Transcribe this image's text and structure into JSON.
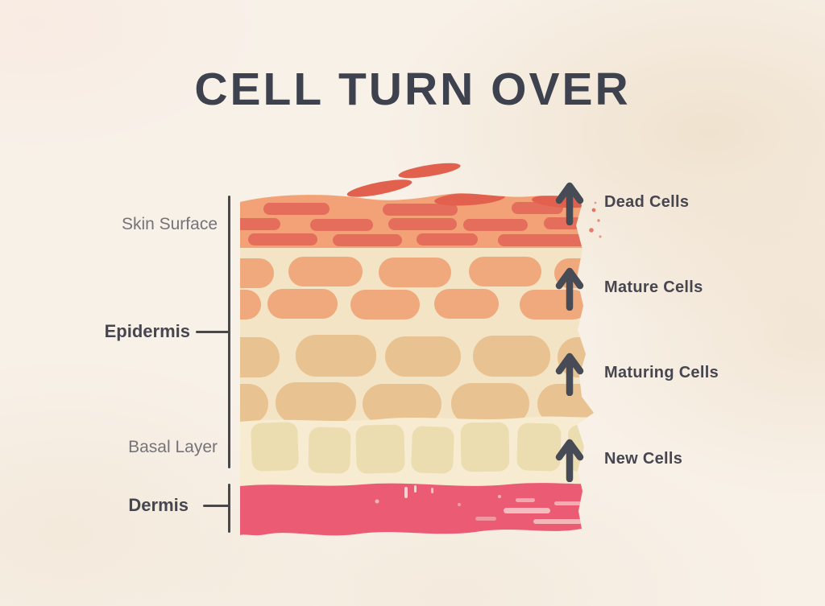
{
  "title": "CELL TURN OVER",
  "left_labels": [
    {
      "label": "Skin Surface",
      "emphasis": false
    },
    {
      "label": "Epidermis",
      "emphasis": true
    },
    {
      "label": "Basal Layer",
      "emphasis": false
    },
    {
      "label": "Dermis",
      "emphasis": true
    }
  ],
  "annotations": [
    {
      "icon": "arrow-up-icon",
      "label": "Dead Cells"
    },
    {
      "icon": "arrow-up-icon",
      "label": "Mature Cells"
    },
    {
      "icon": "arrow-up-icon",
      "label": "Maturing Cells"
    },
    {
      "icon": "arrow-up-icon",
      "label": "New Cells"
    }
  ],
  "colors": {
    "bg": "#f8f1e8",
    "ink": "#3d424e",
    "label-dark": "#474650",
    "label-gray": "#75727a",
    "line": "#45494f",
    "arrow": "#474b55",
    "surface-orange": "#f3a277",
    "flat-cell-salmon": "#e46e5b",
    "flake-red": "#e2614e",
    "epidermis-cream": "#f3e4c5",
    "mature-cell-orange": "#f0a87d",
    "maturing-cell-tan": "#e9c292",
    "basal-band-cream": "#f7ecd2",
    "new-cell-khaki": "#ebddb0",
    "dermis-pink": "#eb5c74"
  }
}
